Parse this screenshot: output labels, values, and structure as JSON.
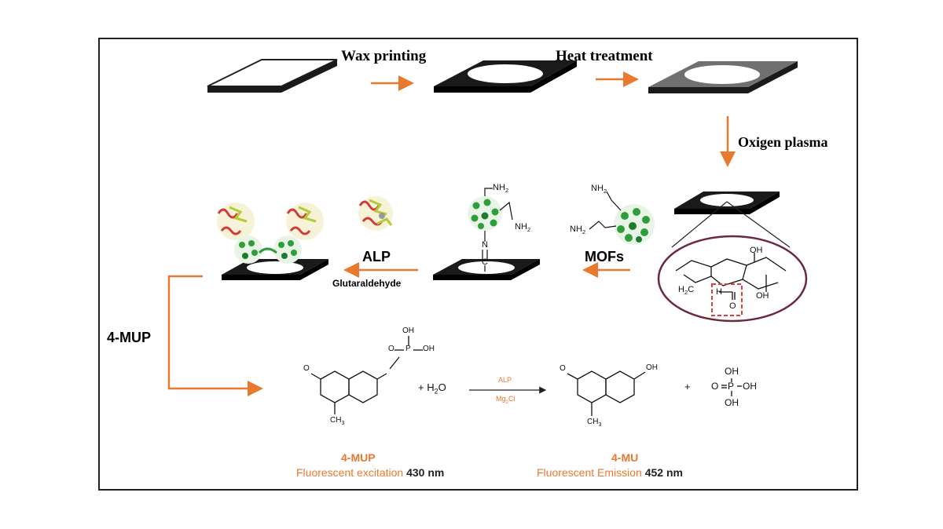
{
  "colors": {
    "accent": "#E8792F",
    "highlight": "#E03C3C",
    "frame": "#222222",
    "sheet_dark": "#1a1a1a",
    "sheet_gray": "#6e6e6e",
    "mof_green": "#2e9e3a",
    "protein_red": "#d23a3a",
    "protein_yellow": "#b6c93a"
  },
  "steps": {
    "wax_printing": "Wax printing",
    "heat_treatment": "Heat treatment",
    "oxigen_plasma": "Oxigen plasma",
    "mofs": "MOFs",
    "alp": "ALP",
    "glutaraldehyde": "Glutaraldehyde",
    "mup_step": "4-MUP"
  },
  "chem": {
    "nh2": "NH",
    "n_label": "N",
    "c_label": "C",
    "oh": "OH",
    "h2c": "H",
    "h_label": "H",
    "o_label": "O",
    "p_label": "P",
    "ch3": "CH",
    "plus_h2o": "+ H",
    "h2o_o": "O",
    "plus": "+",
    "alp_catalyst": "ALP",
    "mg_catalyst": "Mg",
    "mg_cl": "Cl"
  },
  "reaction": {
    "reactant_name": "4-MUP",
    "reactant_desc": "Fluorescent excitation",
    "reactant_value": "430 nm",
    "product_name": "4-MU",
    "product_desc": "Fluorescent Emission",
    "product_value": "452 nm"
  }
}
